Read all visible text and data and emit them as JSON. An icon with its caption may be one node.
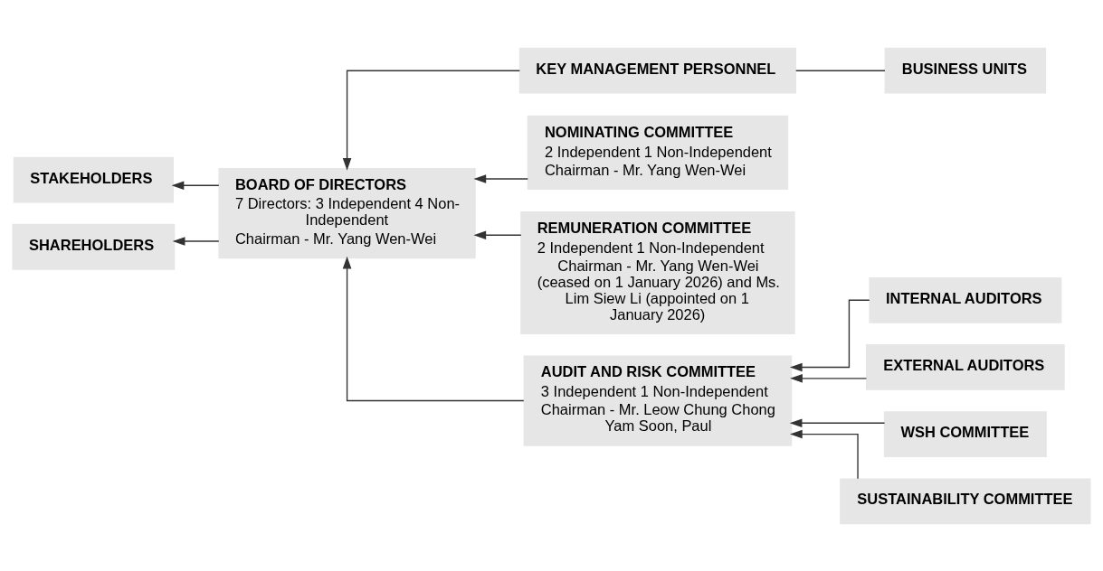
{
  "diagram": {
    "nodes": [
      {
        "text": [
          "STAKEHOLDERS"
        ]
      },
      {
        "text": [
          "SHAREHOLDERS"
        ]
      },
      {
        "text": [
          "BOARD OF DIRECTORS",
          "7 Directors: 3 Independent 4 Non-Independent",
          "Chairman - Mr. Yang Wen-Wei"
        ]
      },
      {
        "text": [
          "KEY MANAGEMENT PERSONNEL"
        ]
      },
      {
        "text": [
          "BUSINESS UNITS"
        ]
      },
      {
        "text": [
          "NOMINATING COMMITTEE",
          "2 Independent 1 Non-Independent",
          "Chairman - Mr. Yang Wen-Wei"
        ]
      },
      {
        "text": [
          "REMUNERATION COMMITTEE",
          "2 Independent 1 Non-Independent",
          "Chairman - Mr. Yang Wen-Wei (ceased on 1 January 2026) and Ms. Lim Siew Li (appointed on 1 January 2026)"
        ]
      },
      {
        "text": [
          "AUDIT AND RISK COMMITTEE",
          "3 Independent 1 Non-Independent",
          "Chairman - Mr. Leow Chung Chong Yam Soon, Paul"
        ]
      },
      {
        "text": [
          "INTERNAL AUDITORS"
        ]
      },
      {
        "text": [
          "EXTERNAL AUDITORS"
        ]
      },
      {
        "text": [
          "WSH COMMITTEE"
        ]
      },
      {
        "text": [
          "SUSTAINABILITY COMMITTEE"
        ]
      }
    ],
    "edges": [
      {
        "from": 2,
        "to": 0,
        "arrow": "to"
      },
      {
        "from": 2,
        "to": 1,
        "arrow": "to"
      },
      {
        "from": 5,
        "to": 2,
        "arrow": "to"
      },
      {
        "from": 6,
        "to": 2,
        "arrow": "to"
      },
      {
        "from": 7,
        "to": 2,
        "arrow": "to"
      },
      {
        "from": 3,
        "to": 2,
        "arrow": "to"
      },
      {
        "from": 4,
        "to": 3,
        "arrow": "none"
      },
      {
        "from": 8,
        "to": 7,
        "arrow": "to"
      },
      {
        "from": 9,
        "to": 7,
        "arrow": "to"
      },
      {
        "from": 10,
        "to": 7,
        "arrow": "to"
      },
      {
        "from": 11,
        "to": 7,
        "arrow": "to"
      }
    ]
  }
}
